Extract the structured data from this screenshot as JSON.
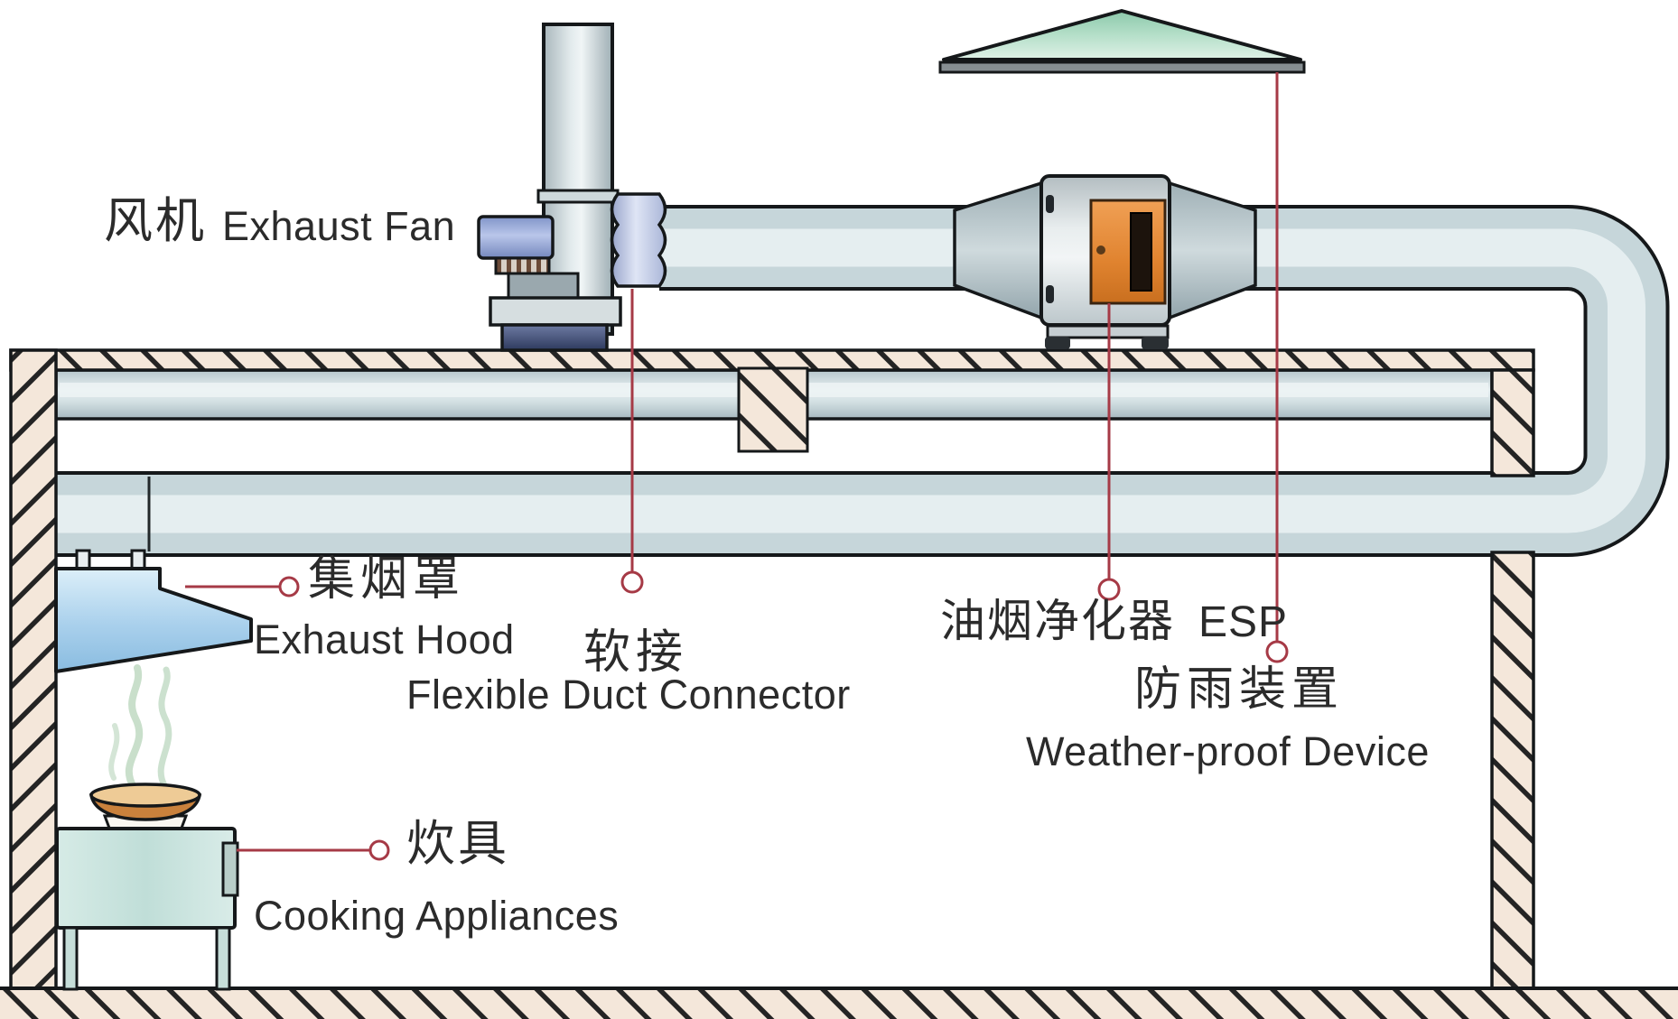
{
  "diagram": {
    "labels": {
      "exhaust_fan": {
        "zh": "风机",
        "en": "Exhaust Fan"
      },
      "exhaust_hood": {
        "zh": "集烟罩",
        "en": "Exhaust Hood"
      },
      "flexible_duct_connector": {
        "zh": "软接",
        "en": "Flexible Duct Connector"
      },
      "esp": {
        "zh": "油烟净化器",
        "en": "ESP"
      },
      "weather_proof_device": {
        "zh": "防雨装置",
        "en": "Weather-proof Device"
      },
      "cooking_appliances": {
        "zh": "炊具",
        "en": "Cooking Appliances"
      }
    },
    "colors": {
      "leader_red": "#a63a46",
      "text": "#2b2b2b",
      "outline": "#15181a",
      "duct_fill": "#c6d6da",
      "duct_highlight": "#eaf2f3",
      "wall_hatch_fill": "#f4e7da",
      "weather_cap_green": "#a5d6bf",
      "esp_door_orange": "#e0832f",
      "motor_blue": "#92a5d4",
      "bellows_lavender": "#c3cde8",
      "hood_blue": "#a9d0ec",
      "stove_teal": "#cfe6e0",
      "bowl_orange": "#d8944a",
      "steam_green": "#b7d4ba"
    },
    "components": [
      "fan-stack-icon",
      "exhaust-fan-unit-icon",
      "flexible-duct-connector-icon",
      "roof-duct-icon",
      "esp-unit-icon",
      "esp-access-door-icon",
      "weather-proof-cap-icon",
      "duct-u-bend-icon",
      "ceiling-icon",
      "left-wall-icon",
      "right-wall-icon",
      "floor-icon",
      "hanging-beam-icon",
      "exhaust-hood-icon",
      "cooking-stove-icon",
      "wok-bowl-icon",
      "steam-icon"
    ]
  }
}
